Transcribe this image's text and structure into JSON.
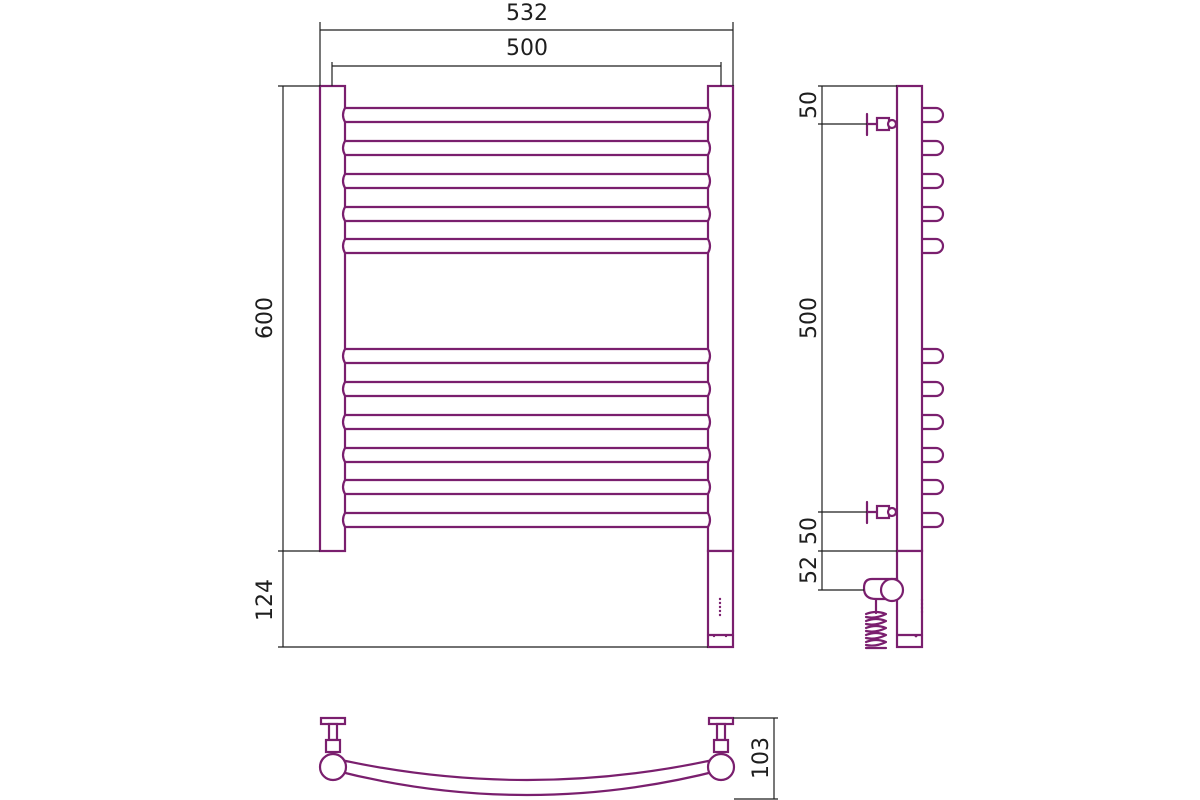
{
  "dimensions": {
    "overall_width": "532",
    "axis_width": "500",
    "rail_height": "600",
    "cable_section": "124",
    "side_top": "50",
    "side_axis": "500",
    "side_bottom": "50",
    "side_connector": "52",
    "plan_depth": "103"
  },
  "colors": {
    "product": "#7a1f6e",
    "dimension": "#1e1e1e"
  }
}
